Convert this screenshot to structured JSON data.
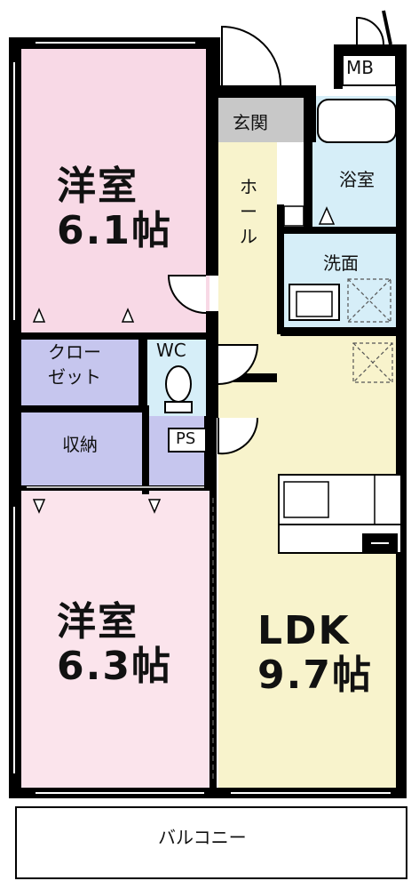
{
  "rooms": {
    "western_room_1": {
      "name": "洋室",
      "size": "6.1帖",
      "color": "#f8d9e6"
    },
    "western_room_2": {
      "name": "洋室",
      "size": "6.3帖",
      "color": "#fbe4ec"
    },
    "ldk": {
      "name": "LDK",
      "size": "9.7帖",
      "color": "#f8f3cc"
    },
    "hall": {
      "name": "ホール",
      "color": "#f8f3cc"
    },
    "entrance": {
      "name": "玄関",
      "color": "#c8c8c8"
    },
    "bathroom": {
      "name": "浴室",
      "color": "#d6eef8"
    },
    "washroom": {
      "name": "洗面",
      "color": "#d6eef8"
    },
    "toilet": {
      "name": "WC",
      "color": "#d6eef8"
    },
    "closet": {
      "name_line1": "クロー",
      "name_line2": "ゼット",
      "color": "#c6c6ee"
    },
    "storage": {
      "name": "収納",
      "color": "#c6c6ee"
    },
    "pipe_space": {
      "name": "PS"
    },
    "meter_box": {
      "name": "MB"
    },
    "balcony": {
      "name": "バルコニー"
    }
  },
  "colors": {
    "wall": "#000000",
    "line": "#222222"
  }
}
